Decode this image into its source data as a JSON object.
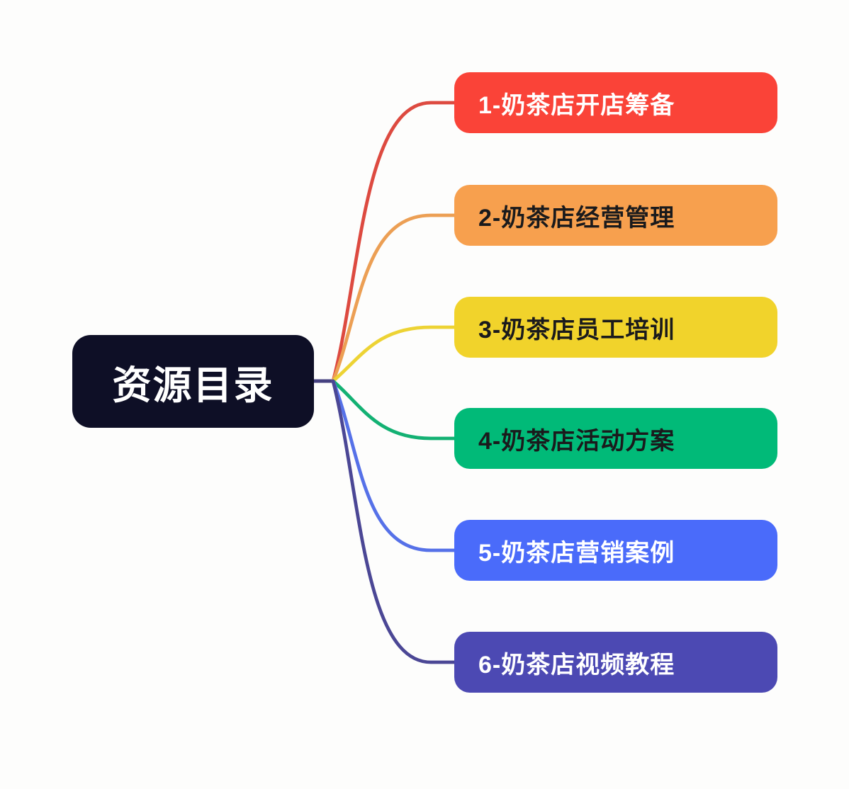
{
  "diagram": {
    "type": "mindmap",
    "background": "#fdfdfc",
    "root": {
      "label": "资源目录",
      "bg": "#0e0f26",
      "text_color": "#ffffff",
      "connector_color": "#454180"
    },
    "branches": [
      {
        "label": "1-奶茶店开店筹备",
        "bg": "#fa4338",
        "text_color": "#ffffff",
        "line_color": "#dd4a40"
      },
      {
        "label": "2-奶茶店经营管理",
        "bg": "#f7a04e",
        "text_color": "#1a1a1c",
        "line_color": "#ec9f54"
      },
      {
        "label": "3-奶茶店员工培训",
        "bg": "#f1d32b",
        "text_color": "#1a1a1c",
        "line_color": "#edd334"
      },
      {
        "label": "4-奶茶店活动方案",
        "bg": "#01ba78",
        "text_color": "#1a1a1c",
        "line_color": "#13b173"
      },
      {
        "label": "5-奶茶店营销案例",
        "bg": "#4a6bfa",
        "text_color": "#ffffff",
        "line_color": "#5671e8"
      },
      {
        "label": "6-奶茶店视频教程",
        "bg": "#4c49b3",
        "text_color": "#ffffff",
        "line_color": "#4b4795"
      }
    ]
  }
}
